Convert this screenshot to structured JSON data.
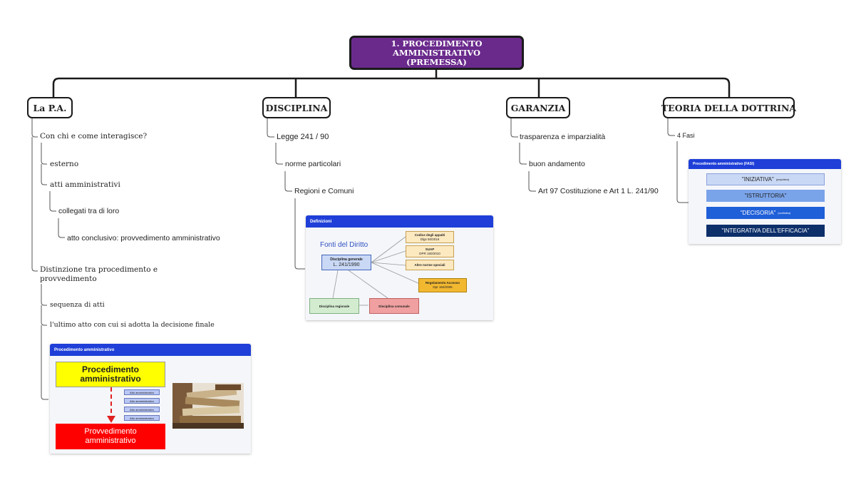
{
  "root": {
    "line1": "1. PROCEDIMENTO AMMINISTRATIVO",
    "line2": "(PREMESSA)"
  },
  "branches": {
    "pa": {
      "title": "La P.A.",
      "q1": "Con chi e come interagisce?",
      "esterno": "esterno",
      "atti": "atti amministrativi",
      "collegati": "collegati tra di loro",
      "atto_concl": "atto conclusivo: provvedimento amministrativo",
      "distinzione": "Distinzione tra procedimento e provvedimento",
      "sequenza": "sequenza di atti",
      "ultimo": "l'ultimo atto con cui si adotta la decisione finale",
      "image": {
        "header": "Procedimento amministrativo",
        "procedimento": "Procedimento amministrativo",
        "provvedimento": "Provvedimento amministrativo",
        "atti": [
          "Atto amministrativo",
          "Atto amministrativo",
          "Atto amministrativo",
          "Atto amministrativo"
        ]
      }
    },
    "disciplina": {
      "title": "DISCIPLINA",
      "legge": "Legge 241 / 90",
      "norme": "norme particolari",
      "regioni": "Regioni e Comuni",
      "image": {
        "header": "Definizioni",
        "fonti": "Fonti del Diritto",
        "generale_1": "Disciplina generale",
        "generale_2": "L. 241/1990",
        "codice_1": "Codice degli appalti",
        "codice_2": "Dlgs 50/2016",
        "suap_1": "SUAP",
        "suap_2": "DPR 160/2010",
        "altre": "Altre norme speciali",
        "regolamento_1": "Regolamento Accesso",
        "regolamento_2": "Dpr 184/2006",
        "regionale": "Disciplina regionale",
        "comunale": "Disciplina comunale"
      }
    },
    "garanzia": {
      "title": "GARANZIA",
      "trasparenza": "trasparenza e imparzialità",
      "buon": "buon andamento",
      "art": "Art 97 Costituzione e Art 1 L. 241/90"
    },
    "teoria": {
      "title": "TEORIA DELLA DOTTRINA",
      "fasi": "4 Fasi",
      "image": {
        "header": "Procedimento amministrativo (FASI)",
        "f1": "\"INIZIATIVA\"",
        "f1_note": "(propulsiva)",
        "f2": "\"ISTRUTTORIA\"",
        "f3": "\"DECISORIA\"",
        "f3_note": "(costitutiva)",
        "f4": "\"INTEGRATIVA DELL'EFFICACIA\""
      }
    }
  },
  "colors": {
    "root": "#6a2a8c",
    "card_header": "#1f3fd8",
    "lines": "#1a1a1a"
  }
}
